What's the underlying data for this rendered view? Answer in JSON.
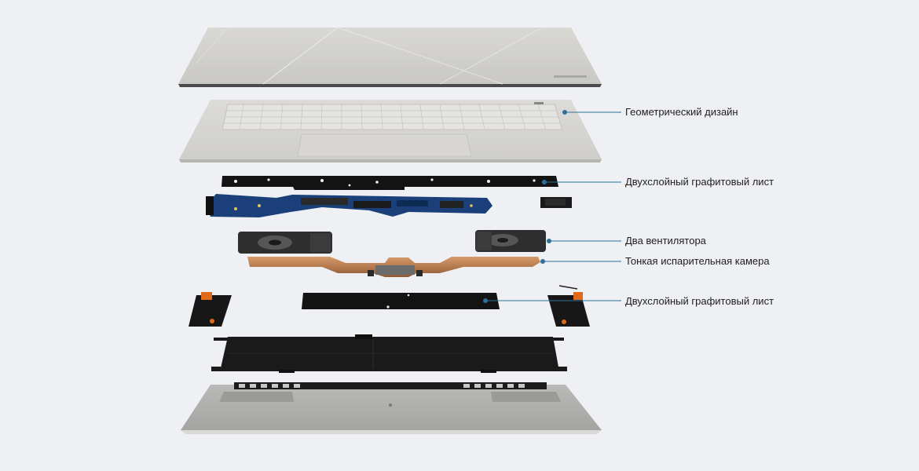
{
  "callouts": [
    {
      "label": "Геометрический дизайн"
    },
    {
      "label": "Двухслойный графитовый лист"
    },
    {
      "label": "Два вентилятора"
    },
    {
      "label": "Тонкая испарительная камера"
    },
    {
      "label": "Двухслойный графитовый лист"
    }
  ],
  "colors": {
    "background": "#eef0f4",
    "callout_line": "#2f6f98",
    "callout_dot": "#2f6f98",
    "aluminum": "#d2d1cd",
    "graphite": "#121212",
    "copper": "#b47a4e",
    "pcb": "#1b3f78",
    "accent_orange": "#e06a1a"
  }
}
